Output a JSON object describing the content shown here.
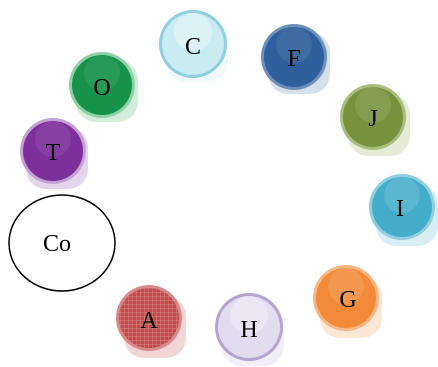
{
  "nodes": [
    {
      "id": "co",
      "label": "Co",
      "color": "#ffffff",
      "style": "outline"
    },
    {
      "id": "t",
      "label": "T",
      "color": "#7d2f9c",
      "style": "filled"
    },
    {
      "id": "o",
      "label": "O",
      "color": "#16924a",
      "style": "filled"
    },
    {
      "id": "c",
      "label": "C",
      "color": "#c9ecf3",
      "style": "filled"
    },
    {
      "id": "f",
      "label": "F",
      "color": "#2f5f9c",
      "style": "filled"
    },
    {
      "id": "j",
      "label": "J",
      "color": "#76923c",
      "style": "filled"
    },
    {
      "id": "i",
      "label": "I",
      "color": "#44adc9",
      "style": "filled"
    },
    {
      "id": "g",
      "label": "G",
      "color": "#f38a38",
      "style": "filled"
    },
    {
      "id": "h",
      "label": "H",
      "color": "#e2dcef",
      "style": "filled"
    },
    {
      "id": "a",
      "label": "A",
      "color": "#bf4b4b",
      "style": "hatched"
    }
  ]
}
